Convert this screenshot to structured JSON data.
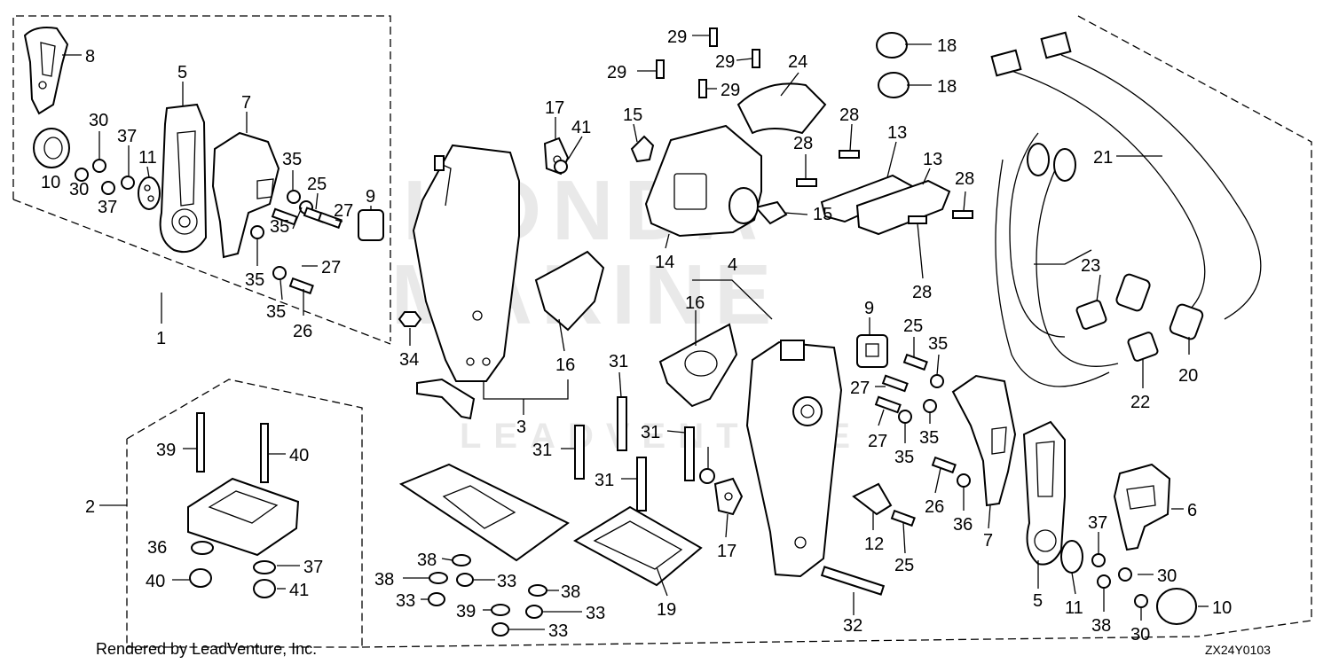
{
  "footer": {
    "credit": "Rendered by LeadVenture, Inc.",
    "diagram_code": "ZX24Y0103"
  },
  "watermark": {
    "brand_top": "HONDA",
    "brand_mid": "MARINE",
    "brand_bottom": "LEADVENTURE"
  },
  "callouts": [
    "1",
    "2",
    "3",
    "4",
    "5",
    "5",
    "6",
    "7",
    "7",
    "8",
    "9",
    "9",
    "10",
    "10",
    "11",
    "11",
    "12",
    "13",
    "13",
    "14",
    "15",
    "15",
    "16",
    "16",
    "17",
    "17",
    "18",
    "18",
    "19",
    "20",
    "21",
    "22",
    "23",
    "24",
    "25",
    "25",
    "25",
    "26",
    "26",
    "27",
    "27",
    "27",
    "27",
    "28",
    "28",
    "28",
    "28",
    "29",
    "29",
    "29",
    "29",
    "30",
    "30",
    "30",
    "30",
    "31",
    "31",
    "31",
    "31",
    "32",
    "33",
    "33",
    "33",
    "33",
    "34",
    "35",
    "35",
    "35",
    "35",
    "35",
    "35",
    "35",
    "36",
    "36",
    "37",
    "37",
    "37",
    "37",
    "38",
    "38",
    "38",
    "38",
    "39",
    "39",
    "40",
    "40",
    "41",
    "41"
  ]
}
